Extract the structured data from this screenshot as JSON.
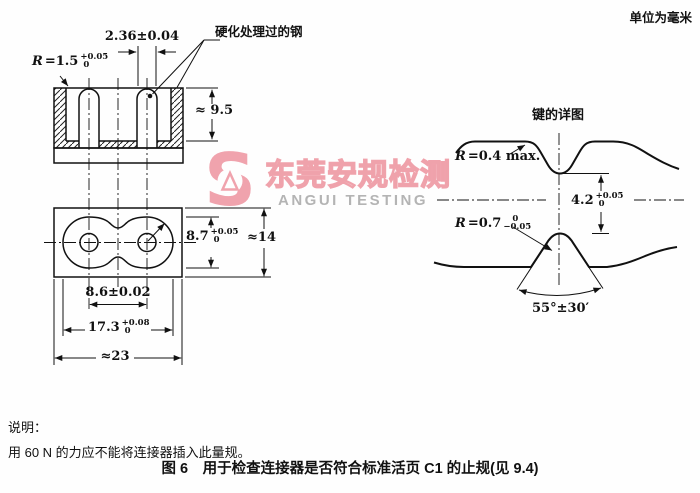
{
  "page": {
    "units_note": "单位为毫米",
    "line_color": "#111111",
    "background": "#fefefe"
  },
  "section_view": {
    "dim_slot_width": "2.36±0.04",
    "material_label": "硬化处理过的钢",
    "radius_label": {
      "symbol": "R",
      "value": "=1.5",
      "tol_plus": "+0.05",
      "tol_minus": "0"
    },
    "dim_depth": "≈ 9.5"
  },
  "plan_view": {
    "dim_opening_height": {
      "value": "8.7",
      "tol_plus": "+0.05",
      "tol_minus": "0"
    },
    "dim_body_height": "≈14",
    "dim_hole_pitch": "8.6±0.02",
    "dim_opening_width": {
      "value": "17.3",
      "tol_plus": "+0.08",
      "tol_minus": "0"
    },
    "dim_body_width": "≈23"
  },
  "key_detail": {
    "title": "键的详图",
    "radius_top": {
      "symbol": "R",
      "value": "=0.4 max."
    },
    "dim_key_height": {
      "value": "4.2",
      "tol_plus": "+0.05",
      "tol_minus": "0"
    },
    "radius_key": {
      "symbol": "R",
      "value": "=0.7",
      "tol_plus": "0",
      "tol_minus": "−0.05"
    },
    "angle": "55°±30′"
  },
  "watermark": {
    "logo_letter": "S",
    "text_cn": "东莞安规检测",
    "text_en": "ANGUI TESTING",
    "pink": "#ee94a0",
    "gray": "#a8a8a8"
  },
  "notes": {
    "heading": "说明：",
    "line1": "用 60 N 的力应不能将连接器插入此量规。"
  },
  "caption": "图 6　用于检查连接器是否符合标准活页 C1 的止规(见 9.4)"
}
